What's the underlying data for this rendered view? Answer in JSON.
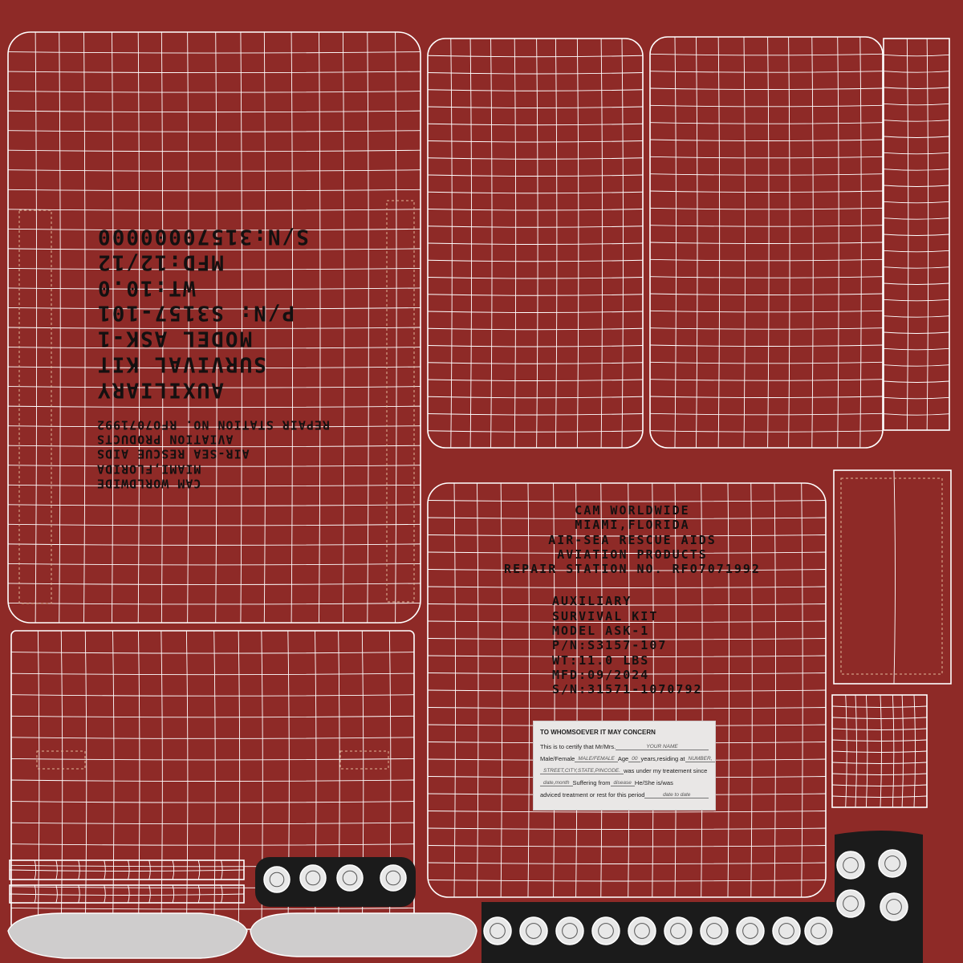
{
  "texture": {
    "background_color": "#8e2a27",
    "wire_color": "#ffffff",
    "stencil_color": "#141010"
  },
  "label_rotated": {
    "lines_small": [
      "CAM WORLDWIDE",
      "MIAMI,FLORIDA",
      "AIR-SEA RESCUE AIDS",
      "AVIATION PRODUCTS",
      "REPAIR STATION NO. RFO7071992"
    ],
    "lines_big": [
      "AUXILIARY",
      "SURVIVAL KIT",
      "MODEL ASK-1",
      "P/N: S3157-101",
      "WT:10.0",
      "MFD:12/12",
      "S/N:31570000000"
    ]
  },
  "label_upright": {
    "header_lines": [
      "CAM WORLDWIDE",
      "MIAMI,FLORIDA",
      "AIR-SEA RESCUE AIDS",
      "AVIATION PRODUCTS",
      "REPAIR STATION NO. RFO7071992"
    ],
    "spec_lines": [
      "AUXILIARY",
      "SURVIVAL KIT",
      "MODEL ASK-1",
      "P/N:S3157-107",
      "WT:11.0   LBS",
      "MFD:09/2024",
      "S/N:31571-1070792"
    ]
  },
  "certificate": {
    "heading": "TO WHOMSOEVER IT MAY CONCERN",
    "line1_prefix": "This is to certify that  Mr/Mrs.",
    "line1_fill": "YOUR NAME",
    "line2_prefix": "Male/Female",
    "line2_fill1": "MALE/FEMALE",
    "line2_mid1": "Age",
    "line2_fill2": "00",
    "line2_mid2": "years,residing at",
    "line2_fill3": "NUMBER,",
    "line3_fill": "STREET,CITY,STATE,PINCODE.",
    "line3_suffix": "was under my treatement since",
    "line4_fill1": "date,month",
    "line4_mid": "Suffering from",
    "line4_fill2": "disease",
    "line4_suffix": "He/She is/was",
    "line5_prefix": "adviced treatment or rest for this period",
    "line5_fill": "date to date"
  }
}
